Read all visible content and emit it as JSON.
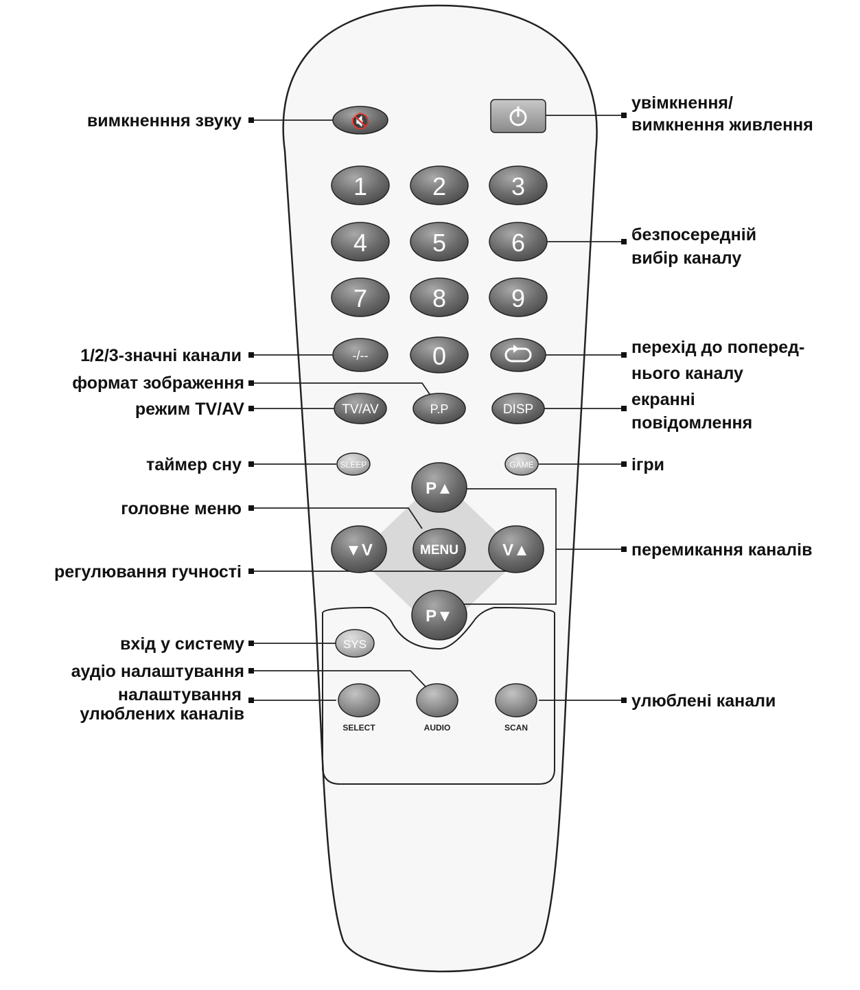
{
  "remote": {
    "buttons": {
      "mute": {
        "glyph": "🔇",
        "icon": "speaker-mute-icon"
      },
      "power": {
        "glyph": "⏻",
        "icon": "power-icon"
      },
      "digits": [
        "1",
        "2",
        "3",
        "4",
        "5",
        "6",
        "7",
        "8",
        "9"
      ],
      "dash": "-/--",
      "zero": "0",
      "recall": {
        "icon": "loop-arrows-icon"
      },
      "tvav": "TV/AV",
      "pp": "P.P",
      "disp": "DISP",
      "sleep": "SLEEP",
      "game": "GAME",
      "p_up": "P▲",
      "v_down": "▼V",
      "menu": "MENU",
      "v_up": "V▲",
      "p_down": "P▼",
      "sys": "SYS",
      "select_caption": "SELECT",
      "audio_caption": "AUDIO",
      "scan_caption": "SCAN"
    }
  },
  "labels": {
    "mute": "вимкненння звуку",
    "power_1": "увімкнення/",
    "power_2": "вимкнення живлення",
    "direct_1": "безпосередній",
    "direct_2": "вибір каналу",
    "digits": "1/2/3-значні канали",
    "picture_format": "формат зображення",
    "tvav": "режим TV/AV",
    "recall_1": "перехід до поперед-",
    "recall_2": "нього каналу",
    "osd_1": "екранні",
    "osd_2": "повідомлення",
    "sleep": "таймер сну",
    "games": "ігри",
    "menu": "головне меню",
    "channel_switch": "перемикання каналів",
    "volume": "регулювання гучності",
    "system": "вхід у систему",
    "audio": "аудіо налаштування",
    "fav_setup_1": "налаштування",
    "fav_setup_2": "улюблених каналів",
    "favorites": "улюблені канали"
  },
  "colors": {
    "button_dark": "#6a6a6a",
    "button_mid": "#8c8c8c",
    "button_light": "#b4b4b4",
    "body_fill": "#f7f7f7",
    "outline": "#222222",
    "diamond": "#d9d9d9"
  }
}
